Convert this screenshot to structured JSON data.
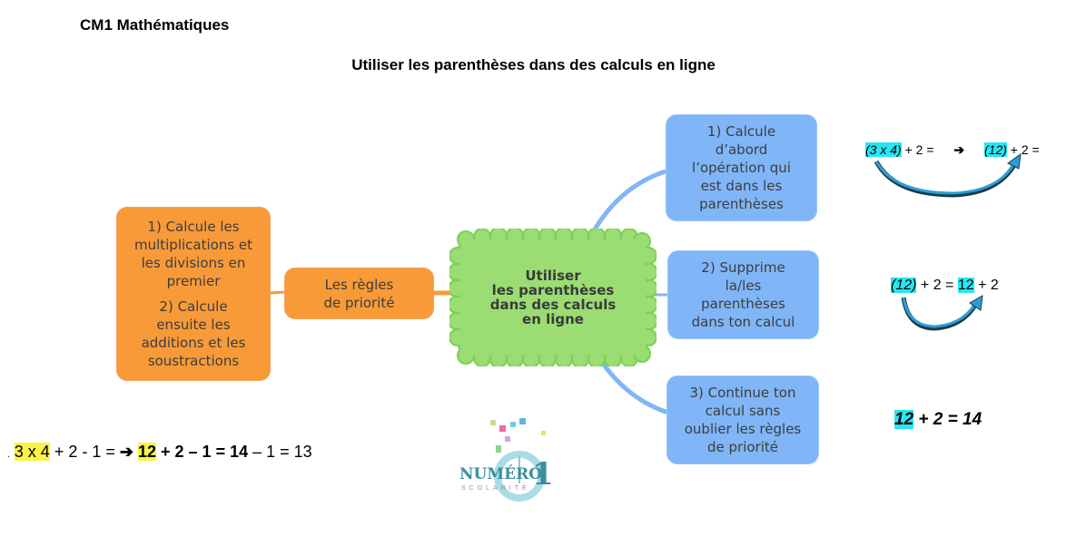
{
  "header": {
    "subject": "CM1 Mathématiques",
    "title": "Utiliser les parenthèses dans des calculs en ligne"
  },
  "mindmap": {
    "central": {
      "lines": [
        "Utiliser",
        "les parenthèses",
        "dans des calculs",
        "en ligne"
      ],
      "color": "#9bdd72"
    },
    "left_branch": {
      "label_lines": [
        "Les règles",
        "de priorité"
      ],
      "detail": {
        "rule1": [
          "1)  Calcule les",
          "multiplications et",
          "les divisions en",
          "premier"
        ],
        "rule2": [
          "2) Calcule",
          "ensuite les",
          "additions et les",
          "soustractions"
        ]
      },
      "color": "#f99a38"
    },
    "right_branches": [
      {
        "lines": [
          "1) Calcule",
          "d’abord",
          "l’opération qui",
          "est dans les",
          "parenthèses"
        ]
      },
      {
        "lines": [
          "2) Supprime",
          "la/les",
          "parenthèses",
          "dans ton calcul"
        ]
      },
      {
        "lines": [
          "3) Continue ton",
          "calcul sans",
          "oublier les règles",
          "de priorité"
        ]
      }
    ],
    "branch_color": "#80b6f7"
  },
  "examples": {
    "step1": {
      "hl_a": "(3 x 4)",
      "rest_a": " + 2 =",
      "arrow": "➔",
      "hl_b": "(12)",
      "rest_b": " + 2 ="
    },
    "step2": {
      "hl_a": "(12)",
      "mid": " + 2 = ",
      "hl_b": "12",
      "rest": " + 2"
    },
    "step3": {
      "hl": "12",
      "rest": " + 2 = 14"
    },
    "bottom": {
      "dot": ".",
      "hl_a": "3 x 4",
      "part1": " + 2 - 1 = ",
      "arrow": "➔",
      "hl_b": "12",
      "part2": " + 2 – 1 = ",
      "bold14": "14",
      "part3": " – 1 = 13"
    }
  },
  "logo": {
    "name": "NUMÉRO",
    "number": "1",
    "tagline": "SCOLARITÉ"
  }
}
